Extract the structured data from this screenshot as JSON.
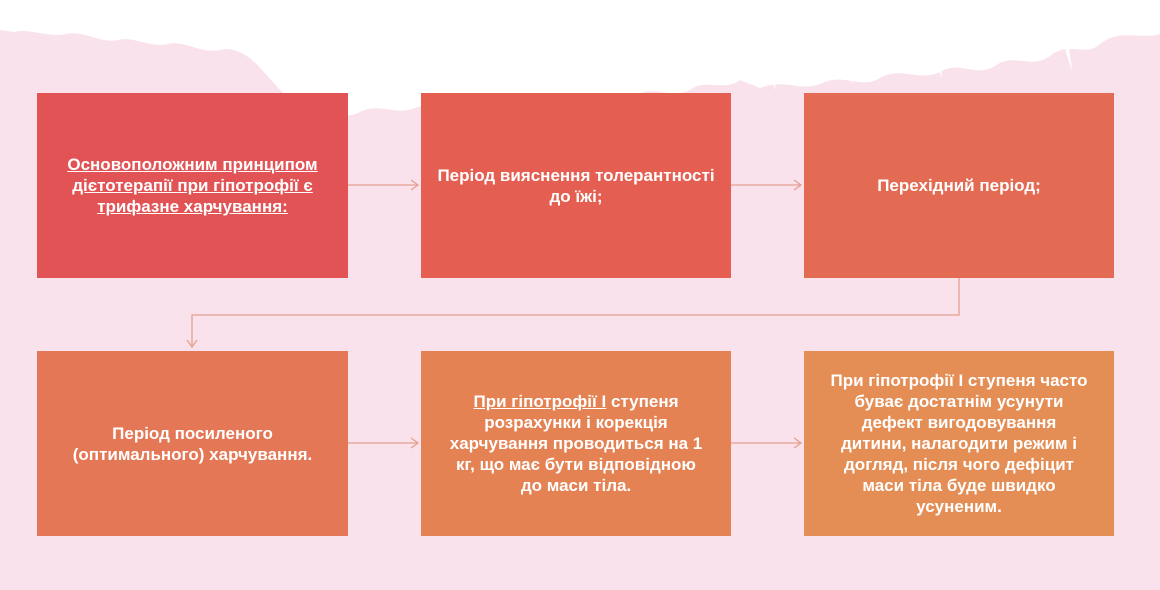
{
  "colors": {
    "background": "#f9e2eb",
    "splash": "#ffffff",
    "connector": "#e6a090",
    "box1": "#e25355",
    "box2": "#e45f52",
    "box3": "#e46b53",
    "box4": "#e47755",
    "box5": "#e48253",
    "box6": "#e48e55"
  },
  "boxes": {
    "b1": {
      "text": "Основоположним принципом дієтотерапії при гіпотрофії є трифазне харчування:"
    },
    "b2": {
      "text": "Період вияснення толерантності до їжі;"
    },
    "b3": {
      "text": "Перехідний період;"
    },
    "b4": {
      "text": "Період посиленого (оптимального) харчування."
    },
    "b5": {
      "underlined": "При гіпотрофії I",
      "rest": " ступеня розрахунки і корекція харчування проводиться на 1 кг, що має бути відповідною до маси тіла."
    },
    "b6": {
      "text": "При гіпотрофії I ступеня часто буває достатнім усунути дефект вигодовування дитини, налагодити режим і догляд, після чого дефіцит маси тіла буде швидко усуненим."
    }
  }
}
